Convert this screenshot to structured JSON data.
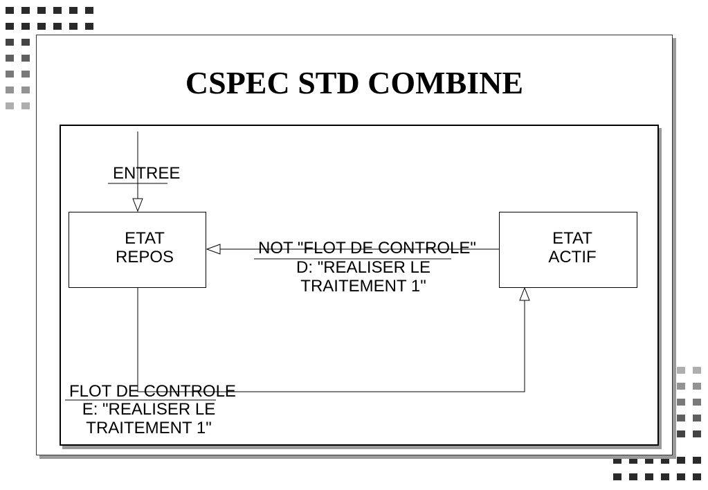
{
  "title": "CSPEC STD COMBINE",
  "states": {
    "repos": {
      "line1": "ETAT",
      "line2": "REPOS"
    },
    "actif": {
      "line1": "ETAT",
      "line2": "ACTIF"
    }
  },
  "initial_transition": {
    "condition": "ENTREE"
  },
  "transition_actif_to_repos": {
    "condition": "NOT \"FLOT DE CONTROLE\"",
    "action_line1": "D: \"REALISER LE",
    "action_line2": "TRAITEMENT 1\""
  },
  "transition_repos_to_actif": {
    "condition": "FLOT DE CONTROLE",
    "action_line1": "E: \"REALISER LE",
    "action_line2": "TRAITEMENT 1\""
  },
  "colors": {
    "ink": "#000000",
    "shadow": "#9a9a9a",
    "decor_dark": "#2a2a2a",
    "decor_light": "#c8c8c8"
  }
}
